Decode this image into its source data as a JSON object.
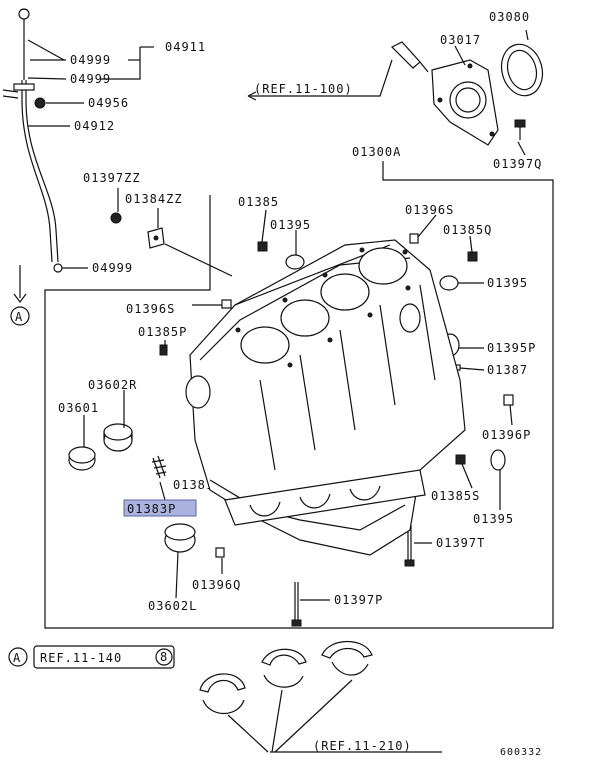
{
  "labels": {
    "p04911": "04911",
    "p04999a": "04999",
    "p04999b": "04999",
    "p04956": "04956",
    "p04912": "04912",
    "p04999c": "04999",
    "p03080": "03080",
    "p03017": "03017",
    "ref11100": "(REF.11-100)",
    "p01397q": "01397Q",
    "p01300a": "01300A",
    "p01397zz": "01397ZZ",
    "p01384zz": "01384ZZ",
    "p01385": "01385",
    "p01395a": "01395",
    "p01396s_a": "01396S",
    "p01385q": "01385Q",
    "p01395b": "01395",
    "p01396s_b": "01396S",
    "p01385p": "01385P",
    "p01395p": "01395P",
    "p01387": "01387",
    "p03602r": "03602R",
    "p03601": "03601",
    "p01396p": "01396P",
    "p01381": "01381",
    "p01385s": "01385S",
    "p01383p": "01383P",
    "p01395c": "01395",
    "p01397t": "01397T",
    "p01396q": "01396Q",
    "p03602l": "03602L",
    "p01397p": "01397P",
    "a_top": "A",
    "a_bottom": "A",
    "ref11140": "REF.11-140",
    "circle8": "8",
    "ref11210": "(REF.11-210)",
    "diagram_no": "600332"
  },
  "highlight_color": "#a9b3de"
}
